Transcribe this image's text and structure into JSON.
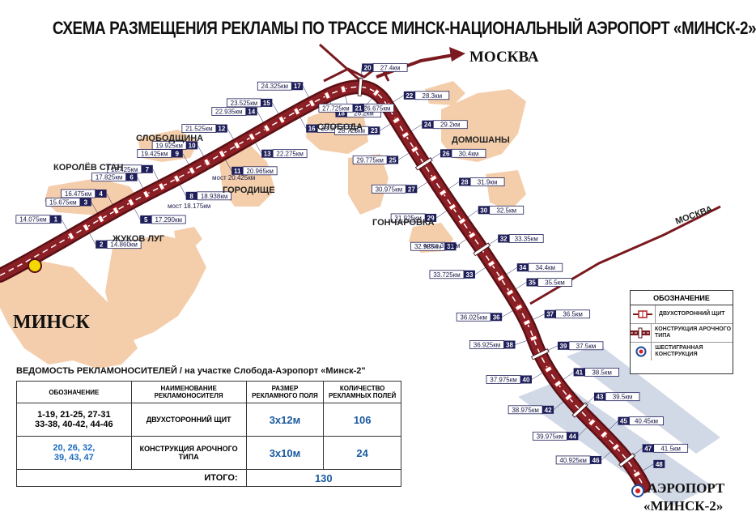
{
  "title": "СХЕМА РАЗМЕЩЕНИЯ РЕКЛАМЫ ПО ТРАССЕ МИНСК-НАЦИОНАЛЬНЫЙ АЭРОПОРТ «МИНСК-2»",
  "cities": {
    "minsk": "МИНСК",
    "moscow_top": "МОСКВА",
    "moscow_side": "МОСКВА",
    "airport_line1": "АЭРОПОРТ",
    "airport_line2": "«МИНСК-2»"
  },
  "places": [
    {
      "id": "slobodshchina",
      "name": "СЛОБОДЩИНА"
    },
    {
      "id": "korolev-stan",
      "name": "КОРОЛЁВ СТАН"
    },
    {
      "id": "zhukov-lug",
      "name": "ЖУКОВ ЛУГ"
    },
    {
      "id": "gorodishche",
      "name": "ГОРОДИЩЕ"
    },
    {
      "id": "sloboda",
      "name": "СЛОБОДА"
    },
    {
      "id": "domoshany",
      "name": "ДОМОШАНЫ"
    },
    {
      "id": "goncharovka",
      "name": "ГОНЧАРОВКА"
    }
  ],
  "markers": [
    {
      "num": "1",
      "km": "14.075км",
      "side": "L"
    },
    {
      "num": "2",
      "km": "14.860км",
      "side": "R"
    },
    {
      "num": "3",
      "km": "15.675км",
      "side": "L"
    },
    {
      "num": "4",
      "km": "16.475км",
      "side": "L"
    },
    {
      "num": "5",
      "km": "17.290км",
      "side": "R"
    },
    {
      "num": "6",
      "km": "17.825км",
      "side": "L"
    },
    {
      "num": "7",
      "km": "18.425км",
      "side": "L"
    },
    {
      "num": "8",
      "km": "18.938км",
      "side": "R"
    },
    {
      "num": "9",
      "km": "19.425км",
      "side": "L"
    },
    {
      "num": "10",
      "km": "19.925км",
      "side": "L"
    },
    {
      "num": "11",
      "km": "20.965км",
      "side": "R"
    },
    {
      "num": "12",
      "km": "21.525км",
      "side": "L"
    },
    {
      "num": "13",
      "km": "22.275км",
      "side": "R"
    },
    {
      "num": "14",
      "km": "22.935км",
      "side": "L"
    },
    {
      "num": "15",
      "km": "23.525км",
      "side": "L"
    },
    {
      "num": "16",
      "km": "23.948км",
      "side": "R"
    },
    {
      "num": "17",
      "km": "24.325км",
      "side": "L"
    },
    {
      "num": "18",
      "km": "26.2км",
      "side": "R"
    },
    {
      "num": "19",
      "km": "26.675км",
      "side": "R"
    },
    {
      "num": "20",
      "km": "27.4км",
      "side": "L"
    },
    {
      "num": "21",
      "km": "27.725км",
      "side": "R"
    },
    {
      "num": "22",
      "km": "28.3км",
      "side": "L"
    },
    {
      "num": "23",
      "km": "28.725км",
      "side": "R"
    },
    {
      "num": "24",
      "km": "29.2км",
      "side": "L"
    },
    {
      "num": "25",
      "km": "29.775км",
      "side": "R"
    },
    {
      "num": "26",
      "km": "30.4км",
      "side": "L"
    },
    {
      "num": "27",
      "km": "30.975км",
      "side": "R"
    },
    {
      "num": "28",
      "km": "31.9км",
      "side": "L"
    },
    {
      "num": "29",
      "km": "31.925км",
      "side": "R"
    },
    {
      "num": "30",
      "km": "32.5км",
      "side": "L"
    },
    {
      "num": "31",
      "km": "32.925км",
      "side": "R"
    },
    {
      "num": "32",
      "km": "33.35км",
      "side": "L"
    },
    {
      "num": "33",
      "km": "33.725км",
      "side": "R"
    },
    {
      "num": "34",
      "km": "34.4км",
      "side": "L"
    },
    {
      "num": "35",
      "km": "35.5км",
      "side": "L"
    },
    {
      "num": "36",
      "km": "36.025км",
      "side": "R"
    },
    {
      "num": "37",
      "km": "36.5км",
      "side": "L"
    },
    {
      "num": "38",
      "km": "36.925км",
      "side": "R"
    },
    {
      "num": "39",
      "km": "37.5км",
      "side": "L"
    },
    {
      "num": "40",
      "km": "37.975км",
      "side": "R"
    },
    {
      "num": "41",
      "km": "38.5км",
      "side": "L"
    },
    {
      "num": "42",
      "km": "38.975км",
      "side": "R"
    },
    {
      "num": "43",
      "km": "39.5км",
      "side": "L"
    },
    {
      "num": "44",
      "km": "39.975км",
      "side": "R"
    },
    {
      "num": "45",
      "km": "40.45км",
      "side": "L"
    },
    {
      "num": "46",
      "km": "40.925км",
      "side": "R"
    },
    {
      "num": "47",
      "km": "41.5км",
      "side": "L"
    },
    {
      "num": "48",
      "km": "",
      "side": "L"
    }
  ],
  "bridges": [
    {
      "id": "most-1",
      "text": "мост 20.425км"
    },
    {
      "id": "most-2",
      "text": "мост 18.175км"
    },
    {
      "id": "most-3",
      "text": "мост 31.8км"
    }
  ],
  "legend": {
    "title": "ОБОЗНАЧЕНИЕ",
    "items": [
      {
        "id": "double-board",
        "text": "ДВУХСТОРОННИЙ ЩИТ",
        "icon": "double-board-icon"
      },
      {
        "id": "arch",
        "text": "КОНСТРУКЦИЯ АРОЧНОГО ТИПА",
        "icon": "arch-icon"
      },
      {
        "id": "hex",
        "text": "ШЕСТИГРАННАЯ КОНСТРУКЦИЯ",
        "icon": "hex-icon"
      }
    ]
  },
  "summary": {
    "title": "ВЕДОМОСТЬ РЕКЛАМОНОСИТЕЛЕЙ / на участке Слобода-Аэропорт «Минск-2\"",
    "headers": {
      "designation": "ОБОЗНАЧЕНИЕ",
      "name": "НАИМЕНОВАНИЕ РЕКЛАМОНОСИТЕЛЯ",
      "size": "РАЗМЕР РЕКЛАМНОГО ПОЛЯ",
      "count": "КОЛИЧЕСТВО РЕКЛАМНЫХ ПОЛЕЙ"
    },
    "rows": [
      {
        "designation_line1": "1-19, 21-25, 27-31",
        "designation_line2": "33-38, 40-42, 44-46",
        "name": "ДВУХСТОРОННИЙ ЩИТ",
        "size": "3х12м",
        "count": "106"
      },
      {
        "designation_line1": "20, 26, 32,",
        "designation_line2": "39, 43, 47",
        "name": "КОНСТРУКЦИЯ АРОЧНОГО ТИПА",
        "size": "3х10м",
        "count": "24"
      }
    ],
    "total_label": "ИТОГО:",
    "total_value": "130"
  },
  "colors": {
    "road": "#7a1a1f",
    "road_dark": "#5a1015",
    "marker": "#1e1e5a",
    "settlement": "#f3c9a3",
    "airport_strip": "#c9d3e3",
    "accent_blue": "#1a5aa0"
  }
}
